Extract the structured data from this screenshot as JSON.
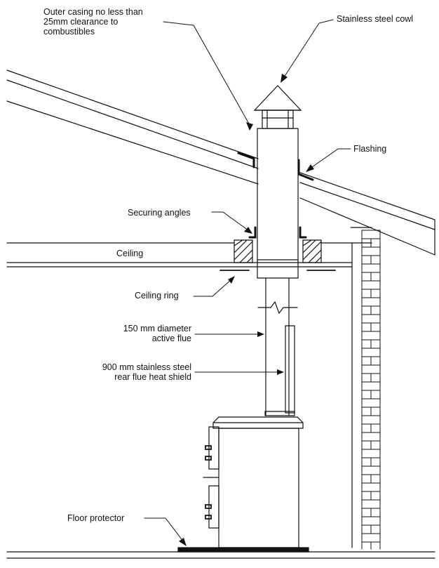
{
  "labels": {
    "outer_casing": [
      "Outer casing no less than",
      "25mm clearance to",
      "combustibles"
    ],
    "cowl": "Stainless steel cowl",
    "flashing": "Flashing",
    "securing_angles": "Securing angles",
    "ceiling": "Ceiling",
    "ceiling_ring": "Ceiling ring",
    "active_flue": [
      "150 mm diameter",
      "active flue"
    ],
    "heat_shield": [
      "900 mm stainless steel",
      "rear flue heat shield"
    ],
    "floor_protector": "Floor protector"
  },
  "colors": {
    "line": "#111111",
    "background": "#ffffff"
  }
}
